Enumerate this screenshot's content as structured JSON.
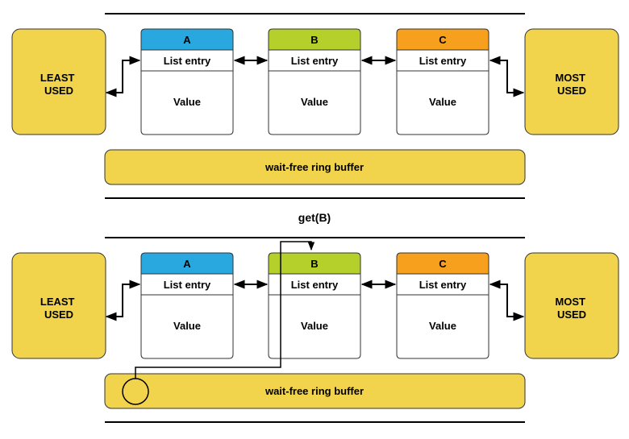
{
  "panels": [
    {
      "least_used": [
        "LEAST",
        "USED"
      ],
      "most_used": [
        "MOST",
        "USED"
      ],
      "nodes": [
        {
          "key": "A",
          "entry": "List entry",
          "value": "Value",
          "color": "#29a8e0"
        },
        {
          "key": "B",
          "entry": "List entry",
          "value": "Value",
          "color": "#b5cf2b"
        },
        {
          "key": "C",
          "entry": "List entry",
          "value": "Value",
          "color": "#f7a01e"
        }
      ],
      "ring_buffer": "wait-free ring buffer"
    },
    {
      "least_used": [
        "LEAST",
        "USED"
      ],
      "most_used": [
        "MOST",
        "USED"
      ],
      "nodes": [
        {
          "key": "A",
          "entry": "List entry",
          "value": "Value",
          "color": "#29a8e0"
        },
        {
          "key": "B",
          "entry": "List entry",
          "value": "Value",
          "color": "#b5cf2b"
        },
        {
          "key": "C",
          "entry": "List entry",
          "value": "Value",
          "color": "#f7a01e"
        }
      ],
      "ring_buffer": "wait-free ring buffer"
    }
  ],
  "operation_label": "get(B)",
  "colors": {
    "yellow_box": "#f2d44c",
    "border": "#333333"
  }
}
